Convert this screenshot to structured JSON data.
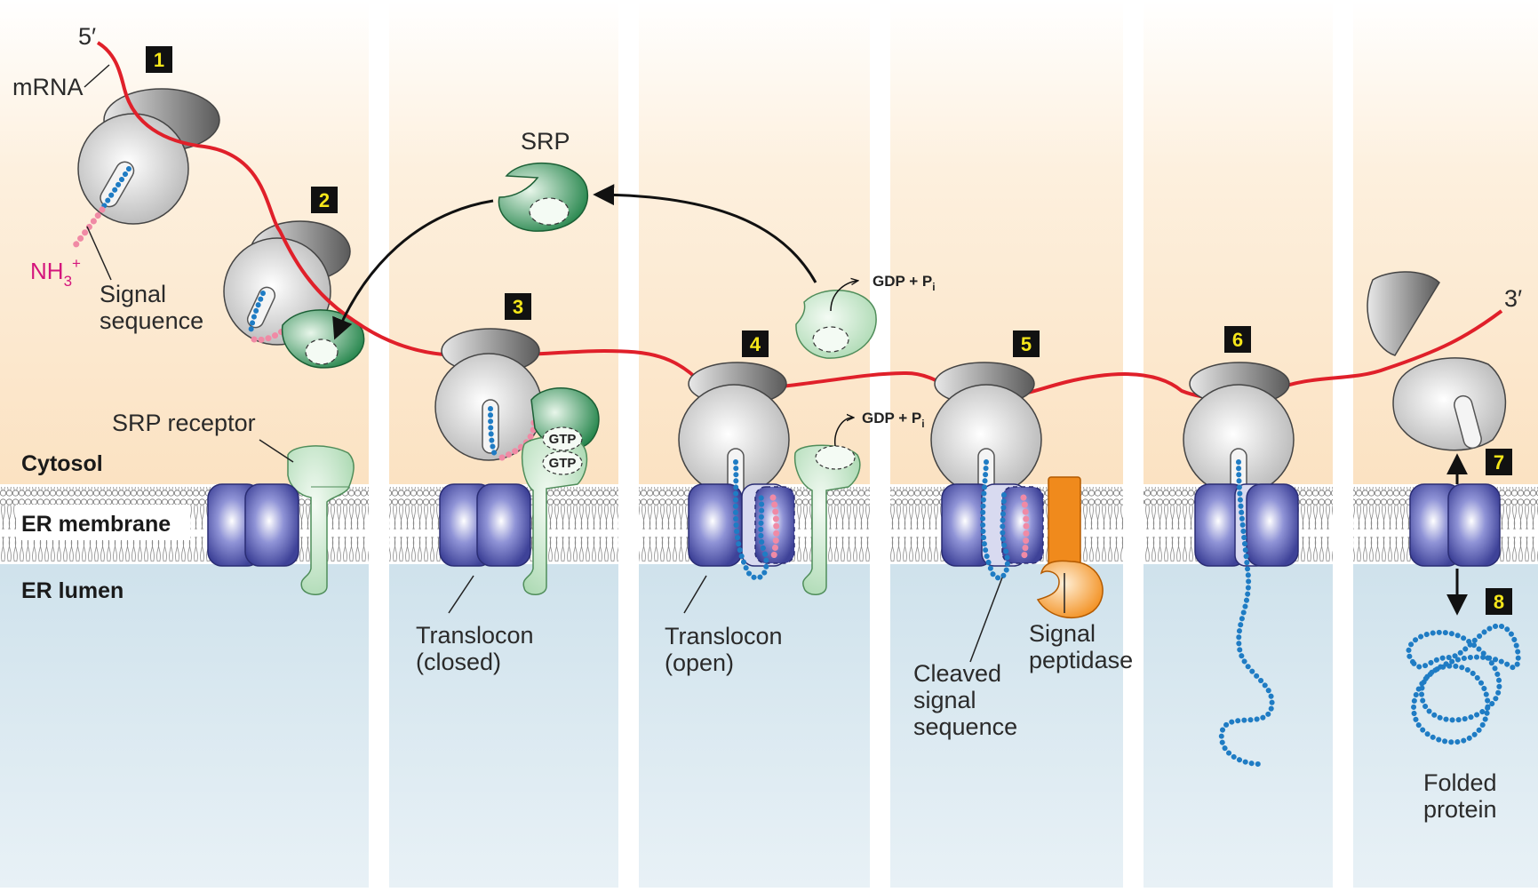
{
  "labels": {
    "five_prime": "5′",
    "three_prime": "3′",
    "mrna": "mRNA",
    "nh3_main": "NH",
    "nh3_sub": "3",
    "nh3_sup": "+",
    "signal_sequence": [
      "Signal",
      "sequence"
    ],
    "srp": "SRP",
    "srp_receptor": "SRP receptor",
    "cytosol": "Cytosol",
    "er_membrane": "ER membrane",
    "er_lumen": "ER lumen",
    "translocon_closed": [
      "Translocon",
      "(closed)"
    ],
    "translocon_open": [
      "Translocon",
      "(open)"
    ],
    "cleaved_signal_sequence": [
      "Cleaved",
      "signal",
      "sequence"
    ],
    "signal_peptidase": [
      "Signal",
      "peptidase"
    ],
    "folded_protein": [
      "Folded",
      "protein"
    ],
    "gtp": "GTP",
    "gdp_main": "GDP + P",
    "gdp_sub": "i"
  },
  "steps": [
    "1",
    "2",
    "3",
    "4",
    "5",
    "6",
    "7",
    "8"
  ],
  "colors": {
    "mrna": "#e0202a",
    "polypeptide": "#1f7cc4",
    "signal": "#f08aa5",
    "srp": "#2f9a58",
    "srp_light": "#cfe8d3",
    "translocon": "#4a4ea8",
    "peptidase": "#f08a1c",
    "ribosome": "#dcdcdc",
    "cytosol_bg": "#fbe4c6",
    "lumen_bg": "#d4e6ef",
    "nh3": "#d4157c",
    "badge": "#111111"
  }
}
